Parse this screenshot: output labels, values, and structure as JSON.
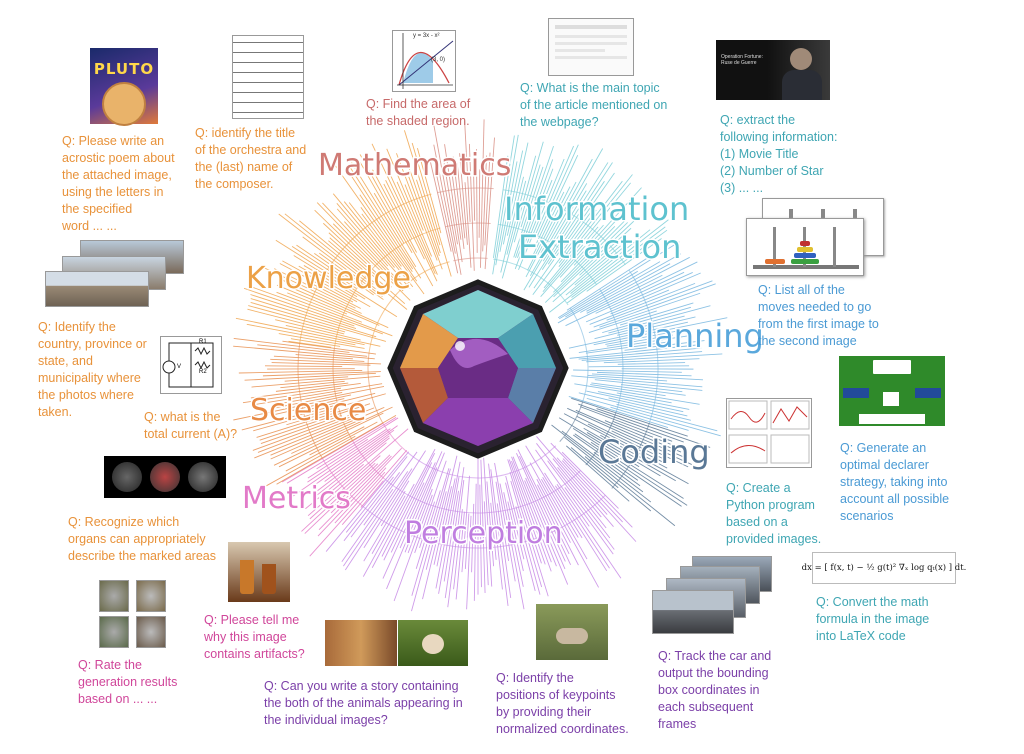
{
  "center_icon": "crystal-gem-icon",
  "categories": [
    {
      "id": "mathematics",
      "label": "Mathematics",
      "color": "#d98f84",
      "label_color": "#cf7a74"
    },
    {
      "id": "information-extraction",
      "label_line1": "Information",
      "label_line2": "Extraction",
      "color": "#7fcfd8",
      "label_color": "#5ec2cf"
    },
    {
      "id": "planning",
      "label": "Planning",
      "color": "#7ab8e0",
      "label_color": "#5aa8dc"
    },
    {
      "id": "coding",
      "label": "Coding",
      "color": "#5c7a96",
      "label_color": "#5a7896"
    },
    {
      "id": "perception",
      "label": "Perception",
      "color": "#c78ae6",
      "label_color": "#c07ee0"
    },
    {
      "id": "metrics",
      "label": "Metrics",
      "color": "#e47cc8",
      "label_color": "#e27ac8"
    },
    {
      "id": "science",
      "label": "Science",
      "color": "#e89050",
      "label_color": "#e88a45"
    },
    {
      "id": "knowledge",
      "label": "Knowledge",
      "color": "#f0a650",
      "label_color": "#eca146"
    }
  ],
  "questions": {
    "acrostic": [
      "Q: Please write an",
      "acrostic poem about",
      "the attached image,",
      "using the letters in",
      "the specified",
      "word ... ..."
    ],
    "orchestra": [
      "Q: identify the title",
      "of the orchestra and",
      "the (last) name of",
      "the composer."
    ],
    "shaded_area": [
      "Q: Find the area of",
      "the shaded region."
    ],
    "webpage": [
      "Q: What is the main topic",
      "of the article mentioned on",
      "the webpage?"
    ],
    "movie": [
      "Q: extract the",
      "following information:",
      "(1) Movie Title",
      "(2) Number of Star",
      "(3) ... ..."
    ],
    "hanoi": [
      "Q: List all of the",
      "moves needed to go",
      "from the first image to",
      "the second image"
    ],
    "geo": [
      "Q: Identify the",
      "country, province or",
      "state, and",
      "municipality where",
      "the photos where",
      "taken."
    ],
    "circuit": [
      "Q:  what is the",
      "total current (A)?"
    ],
    "organs": [
      "Q:  Recognize which",
      "organs can appropriately",
      "describe the marked areas"
    ],
    "python": [
      "Q: Create a",
      "Python program",
      "based on a",
      "provided images."
    ],
    "bridge": [
      "Q: Generate an",
      "optimal declarer",
      "strategy, taking into",
      "account all possible",
      "scenarios"
    ],
    "latex": [
      "Q:  Convert the math",
      "formula in the image",
      "into LaTeX code"
    ],
    "artifacts": [
      "Q:  Please tell me",
      "why this image",
      "contains artifacts?"
    ],
    "rate": [
      "Q:  Rate the",
      "generation results",
      "based on ... ..."
    ],
    "story": [
      "Q:  Can you write a story containing",
      "the both of the animals appearing in",
      "the individual images?"
    ],
    "keypoints": [
      "Q:  Identify the",
      "positions of keypoints",
      "by providing their",
      "normalized coordinates."
    ],
    "track": [
      "Q:  Track the car and",
      "output the bounding",
      "box coordinates in",
      "each subsequent",
      "frames"
    ]
  },
  "thumbnails": {
    "pluto_title": "PLUTO",
    "math_labels": [
      "y = 3x - x²",
      "(3, 0)"
    ],
    "movie_title": "Operation Fortune: Ruse de Guerre",
    "circuit_labels": [
      "R1",
      "R2",
      "V"
    ],
    "formula": "dx = [ f(x, t) − ½ g(t)² ∇ₓ log qₜ(x) ] dt."
  },
  "colors": {
    "orange": "#e8923a",
    "teal": "#3fa6b3",
    "blue": "#4a9ad4",
    "purple": "#7b3fa8",
    "pink": "#d0469a",
    "rose": "#c76a6a"
  }
}
